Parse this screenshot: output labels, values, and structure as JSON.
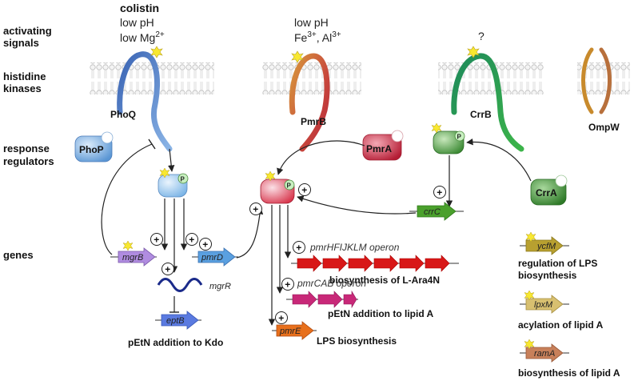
{
  "labels": {
    "activating_signals": [
      "activating",
      "signals"
    ],
    "histidine_kinases": [
      "histidine",
      "kinases"
    ],
    "response_regulators": [
      "response",
      "regulators"
    ],
    "genes": "genes"
  },
  "signals": {
    "phoq": {
      "bold": "colistin",
      "line2": "low pH",
      "line3_base": "low Mg",
      "line3_sup": "2+"
    },
    "pmrb": {
      "line1": "low pH",
      "fe": "Fe",
      "fe_sup": "3+",
      "al": ", Al",
      "al_sup": "3+"
    },
    "crrb": "?"
  },
  "proteins": {
    "phoq": "PhoQ",
    "pmrb": "PmrB",
    "crrb": "CrrB",
    "ompw": "OmpW",
    "phop": "PhoP",
    "pmra": "PmrA",
    "crra": "CrrA",
    "phospho": "P",
    "plus": "+"
  },
  "genes": {
    "mgrB": "mgrB",
    "pmrD": "pmrD",
    "mgrR": "mgrR",
    "eptB": "eptB",
    "crrC": "crrC",
    "pmrE": "pmrE",
    "ycfM": "ycfM",
    "lpxM": "lpxM",
    "ramA": "ramA"
  },
  "operons": {
    "hfijklm": "pmrHFIJKLM operon",
    "cab": "pmrCAB operon"
  },
  "functions": {
    "ara4n": "biosynthesis of L-Ara4N",
    "petn_lipid": "pEtN addition to lipid A",
    "petn_kdo": "pEtN addition to Kdo",
    "lps": "LPS biosynthesis",
    "reg_lps": [
      "regulation of LPS",
      "biosynthesis"
    ],
    "acyl": "acylation of lipid A",
    "biosyn_lipid": "biosynthesis of lipid A"
  },
  "colors": {
    "phoq": "#5a86c8",
    "pmrb": "#c84a3c",
    "crrb": "#2f9a4e",
    "ompw": "#c88a2c",
    "phop": "#5a96d4",
    "pmra": "#c0283e",
    "crra": "#3c8a34",
    "mgrB": "#b08ce0",
    "pmrD": "#5aa0e0",
    "eptB": "#5a7ae0",
    "crrC": "#4aa02c",
    "hfijklm": "#d81818",
    "cab": "#c82878",
    "pmrE": "#e8701c",
    "ycfM": "#b8a030",
    "lpxM": "#d8c070",
    "ramA": "#c8805a",
    "star": "#f8e830"
  }
}
